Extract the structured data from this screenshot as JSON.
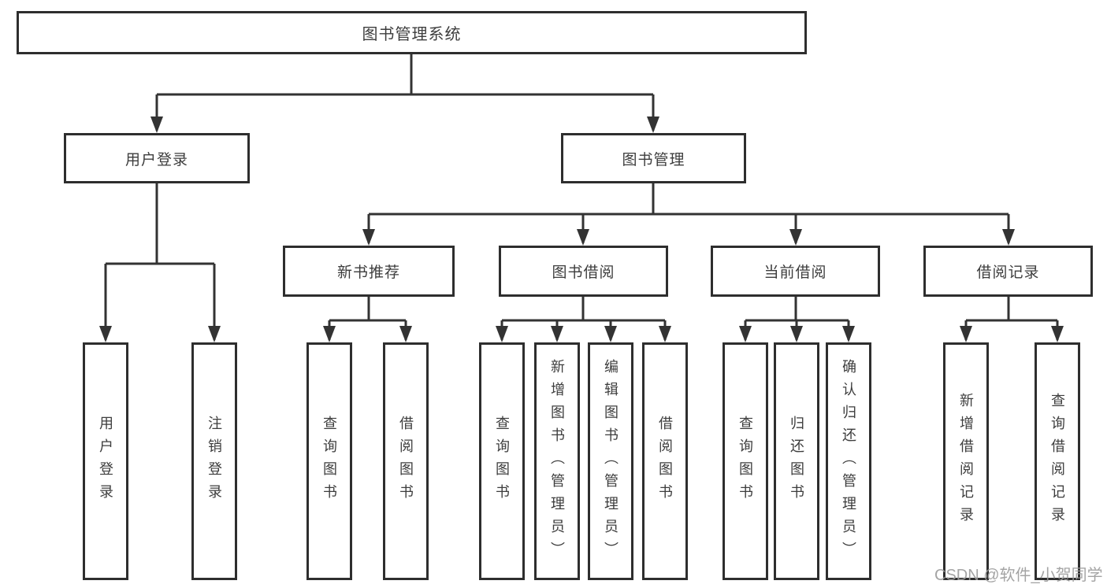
{
  "tree": {
    "root": {
      "label": "图书管理系统",
      "children": [
        {
          "label": "用户登录",
          "children": [
            {
              "label": "用户登录"
            },
            {
              "label": "注销登录"
            }
          ]
        },
        {
          "label": "图书管理",
          "children": [
            {
              "label": "新书推荐",
              "children": [
                {
                  "label": "查询图书"
                },
                {
                  "label": "借阅图书"
                }
              ]
            },
            {
              "label": "图书借阅",
              "children": [
                {
                  "label": "查询图书"
                },
                {
                  "label": "新增图书（管理员）"
                },
                {
                  "label": "编辑图书（管理员）"
                },
                {
                  "label": "借阅图书"
                }
              ]
            },
            {
              "label": "当前借阅",
              "children": [
                {
                  "label": "查询图书"
                },
                {
                  "label": "归还图书"
                },
                {
                  "label": "确认归还（管理员）"
                }
              ]
            },
            {
              "label": "借阅记录",
              "children": [
                {
                  "label": "新增借阅记录"
                },
                {
                  "label": "查询借阅记录"
                }
              ]
            }
          ]
        }
      ]
    }
  },
  "watermark": {
    "text": "CSDN @软件_小贺同学"
  },
  "colors": {
    "line": "#333333",
    "box_border": "#2e2e2e",
    "text": "#3d3d3d",
    "watermark": "#9b9b9b",
    "background": "#ffffff"
  }
}
